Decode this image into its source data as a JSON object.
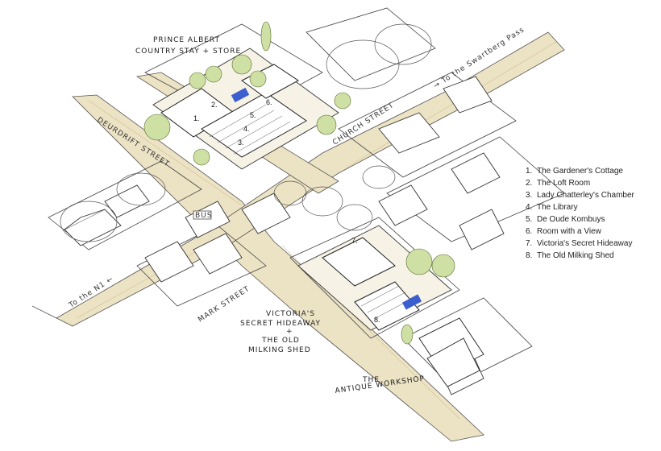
{
  "labels": {
    "prince_albert_line1": "PRINCE ALBERT",
    "prince_albert_line2": "COUNTRY STAY + STORE",
    "victorias_line1": "VICTORIA'S",
    "victorias_line2": "SECRET HIDEAWAY",
    "victorias_plus": "+",
    "victorias_line3": "THE OLD",
    "victorias_line4": "MILKING SHED",
    "antique_line1": "THE",
    "antique_line2": "ANTIQUE WORKSHOP"
  },
  "streets": {
    "deurdrift": "DEURDRIFT STREET",
    "church": "CHURCH STREET",
    "mark": "MARK STREET",
    "swartberg": "→ To the Swartberg Pass",
    "n1": "To the N1 ←",
    "bus_stop": "BUS"
  },
  "markers": [
    "1.",
    "2.",
    "3.",
    "4.",
    "5.",
    "6.",
    "7.",
    "8."
  ],
  "legend": [
    {
      "num": "1.",
      "label": "The Gardener's Cottage"
    },
    {
      "num": "2.",
      "label": "The Loft Room"
    },
    {
      "num": "3.",
      "label": "Lady Chatterley's Chamber"
    },
    {
      "num": "4.",
      "label": "The Library"
    },
    {
      "num": "5.",
      "label": "De Oude Kombuys"
    },
    {
      "num": "6.",
      "label": "Room with a View"
    },
    {
      "num": "7.",
      "label": "Victoria's Secret Hideaway"
    },
    {
      "num": "8.",
      "label": "The Old Milking Shed"
    }
  ],
  "colors": {
    "road": "#ece2c4",
    "tree_green": "#cfe0a4",
    "pool_blue": "#3c5fd0",
    "ink": "#2a2a2a"
  }
}
